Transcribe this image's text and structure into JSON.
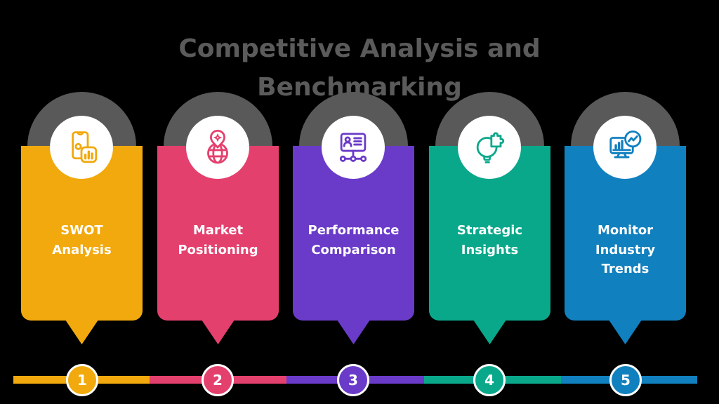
{
  "background_color": "#000000",
  "arch_color": "#595959",
  "title": {
    "line1": "Competitive Analysis and",
    "line2": "Benchmarking",
    "color": "#5B5B5B"
  },
  "steps": [
    {
      "number": "1",
      "label": [
        "SWOT",
        "Analysis"
      ],
      "color": "#F2A90D",
      "icon": "phone-analytics-icon"
    },
    {
      "number": "2",
      "label": [
        "Market",
        "Positioning"
      ],
      "color": "#E4406E",
      "icon": "globe-location-pin-icon"
    },
    {
      "number": "3",
      "label": [
        "Performance",
        "Comparison"
      ],
      "color": "#6A3BC9",
      "icon": "profile-card-network-icon"
    },
    {
      "number": "4",
      "label": [
        "Strategic",
        "Insights"
      ],
      "color": "#0AA88B",
      "icon": "lightbulb-puzzle-icon"
    },
    {
      "number": "5",
      "label": [
        "Monitor",
        "Industry",
        "Trends"
      ],
      "color": "#1180BF",
      "icon": "monitor-trend-chart-icon"
    }
  ]
}
